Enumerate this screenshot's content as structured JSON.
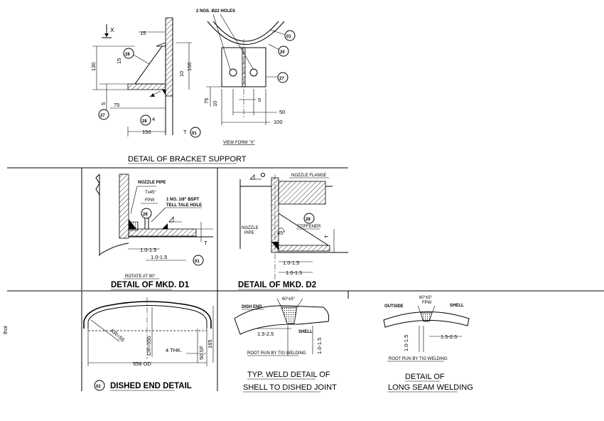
{
  "bracket_support": {
    "title": "DETAIL OF BRACKET SUPPORT",
    "view_label": "VIEW FORM \"X\"",
    "view_marker": "X",
    "holes_note": "2 NOS. Ø22 HOLES",
    "dims": {
      "d15_top": "15",
      "d15_side": "15",
      "d130": "130",
      "d150_v": "150",
      "d10_v": "10",
      "d5": "5",
      "d75": "75",
      "d4": "4",
      "d150_h": "150",
      "dT": "T",
      "d75_r": "75",
      "d10_r": "10",
      "d5_r": "5",
      "d50": "50",
      "d100": "100"
    },
    "marks": [
      "28",
      "27",
      "28",
      "01",
      "01",
      "20",
      "27"
    ]
  },
  "mkd_d1": {
    "title": "DETAIL OF MKD. D1",
    "subtitle": "ROTATE AT 90°",
    "nozzle_pipe": "NOZZLE PIPE",
    "chamfer": "Tx45°",
    "fpw": "FPW",
    "tell_tale": "1 NO. 1/8\" BSPT",
    "tell_tale2": "TELL TALE HOLE",
    "dim1": "1.0-1.5",
    "dim2": "1.0-1.5",
    "mark": "28",
    "mark2": "01",
    "dT": "T"
  },
  "mkd_d2": {
    "title": "DETAIL OF MKD. D2",
    "nozzle_flange": "NOZZLE FLANGE",
    "stiffener": "STIFFENER",
    "nozzle_pipe": "NOZZLE PIPE",
    "angle": "45°",
    "dim1": "1.0-1.5",
    "dim2": "1.0-1.5",
    "mark": "28",
    "dT": "T"
  },
  "dished_end": {
    "title": "DISHED END DETAIL",
    "mark": "02",
    "kr": "KR=55",
    "cr": "CR=550",
    "thk": "4 THK.",
    "sf": "50 SF",
    "h165": "165",
    "od": "558 OD"
  },
  "weld_shell_dished": {
    "title1": "TYP. WELD DETAIL OF",
    "title2": "SHELL TO DISHED JOINT",
    "dish_end": "DISH END",
    "shell": "SHELL",
    "angle": "60°±5°",
    "gap": "1.5-2.5",
    "root": "1.0-1.5",
    "note": "ROOT RUN BY TIG WELDING"
  },
  "weld_long_seam": {
    "title1": "DETAIL OF",
    "title2": "LONG SEAM WELDING",
    "outside": "OUTSIDE",
    "shell": "SHELL",
    "angle": "60°±5°",
    "fpw": "FPW",
    "gap": "1.5-2.5",
    "root": "1.0-1.5",
    "note": "ROOT RUN BY TIG WELDING"
  },
  "margin_note": "ſhol"
}
